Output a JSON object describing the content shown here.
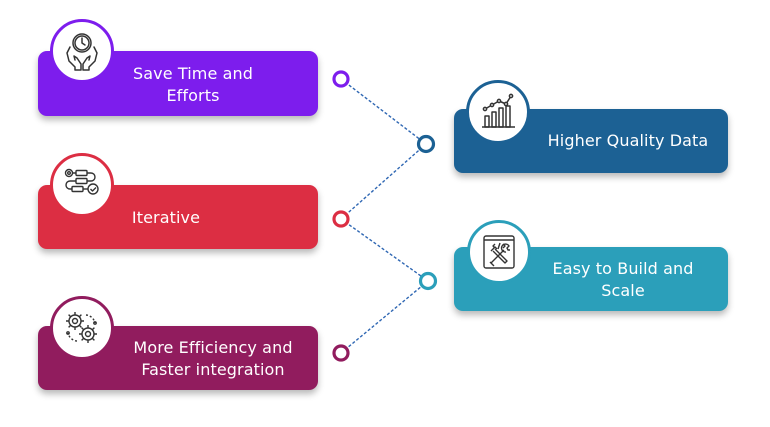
{
  "colors": {
    "purple": "#7d1ded",
    "red": "#dc2e43",
    "plum": "#911c5e",
    "navy": "#1c6194",
    "teal": "#2b9fba",
    "connector": "#2f67b3"
  },
  "cards": [
    {
      "id": "save-time",
      "title": "Save Time and Efforts",
      "lines": [
        "Save Time and",
        "Efforts"
      ],
      "icon": "hands-clock-icon",
      "column": "left"
    },
    {
      "id": "higher-quality",
      "title": "Higher Quality Data",
      "lines": [
        "Higher Quality Data"
      ],
      "icon": "bar-chart-growth-icon",
      "column": "right"
    },
    {
      "id": "iterative",
      "title": "Iterative",
      "lines": [
        "Iterative"
      ],
      "icon": "workflow-process-icon",
      "column": "left"
    },
    {
      "id": "easy-build",
      "title": "Easy to Build and Scale",
      "lines": [
        "Easy to Build and",
        "Scale"
      ],
      "icon": "code-tools-window-icon",
      "column": "right"
    },
    {
      "id": "efficiency",
      "title": "More Efficiency and Faster integration",
      "lines": [
        "More Efficiency and",
        "Faster integration"
      ],
      "icon": "gears-icon",
      "column": "left"
    }
  ],
  "connector_order": [
    "save-time",
    "higher-quality",
    "iterative",
    "easy-build",
    "efficiency"
  ]
}
